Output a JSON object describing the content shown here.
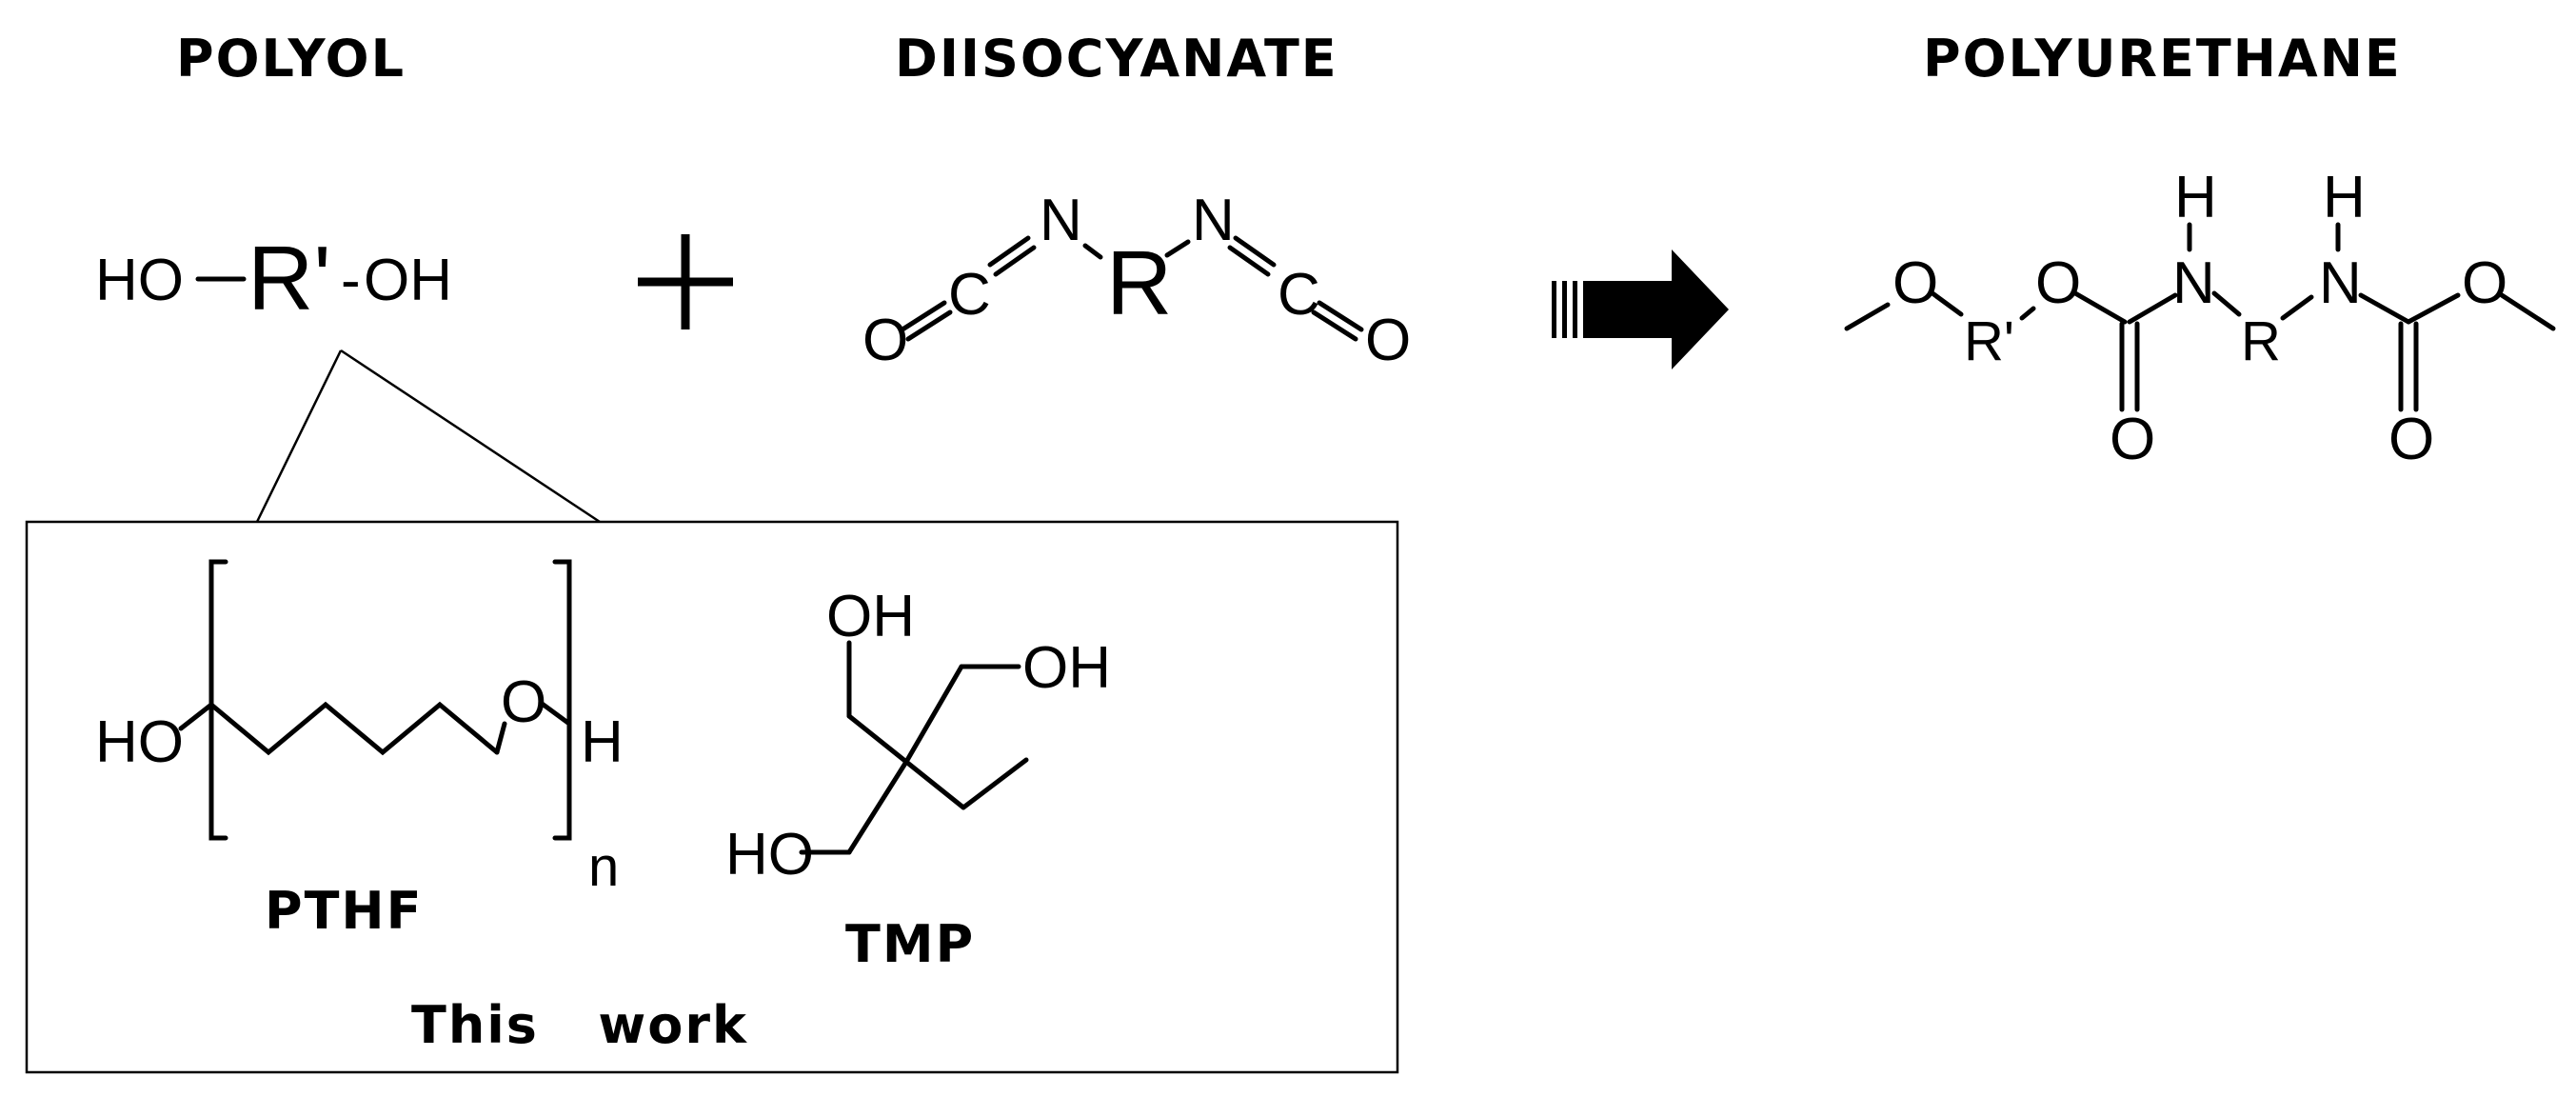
{
  "headers": {
    "polyol": "POLYOL",
    "diisocyanate": "DIISOCYANATE",
    "polyurethane": "POLYURETHANE"
  },
  "polyol": {
    "ho_left": "HO",
    "r_prime": "R'",
    "dash": "-",
    "oh_right": "OH"
  },
  "operator": {
    "plus": "+"
  },
  "diisocyanate": {
    "o_left": "O",
    "c_left": "C",
    "n_left": "N",
    "r": "R",
    "n_right": "N",
    "c_right": "C",
    "o_right": "O"
  },
  "polyurethane": {
    "o1": "O",
    "r_prime": "R'",
    "o2": "O",
    "o_carbonyl_left": "O",
    "h_left": "H",
    "n_left": "N",
    "r": "R",
    "h_right": "H",
    "n_right": "N",
    "o_carbonyl_right": "O",
    "o3": "O"
  },
  "inset": {
    "pthf": {
      "ho": "HO",
      "o": "O",
      "h": "H",
      "n": "n",
      "label": "PTHF"
    },
    "tmp": {
      "oh_top": "OH",
      "oh_right": "OH",
      "ho_bottom": "HO",
      "label": "TMP"
    },
    "caption": "This   work"
  }
}
